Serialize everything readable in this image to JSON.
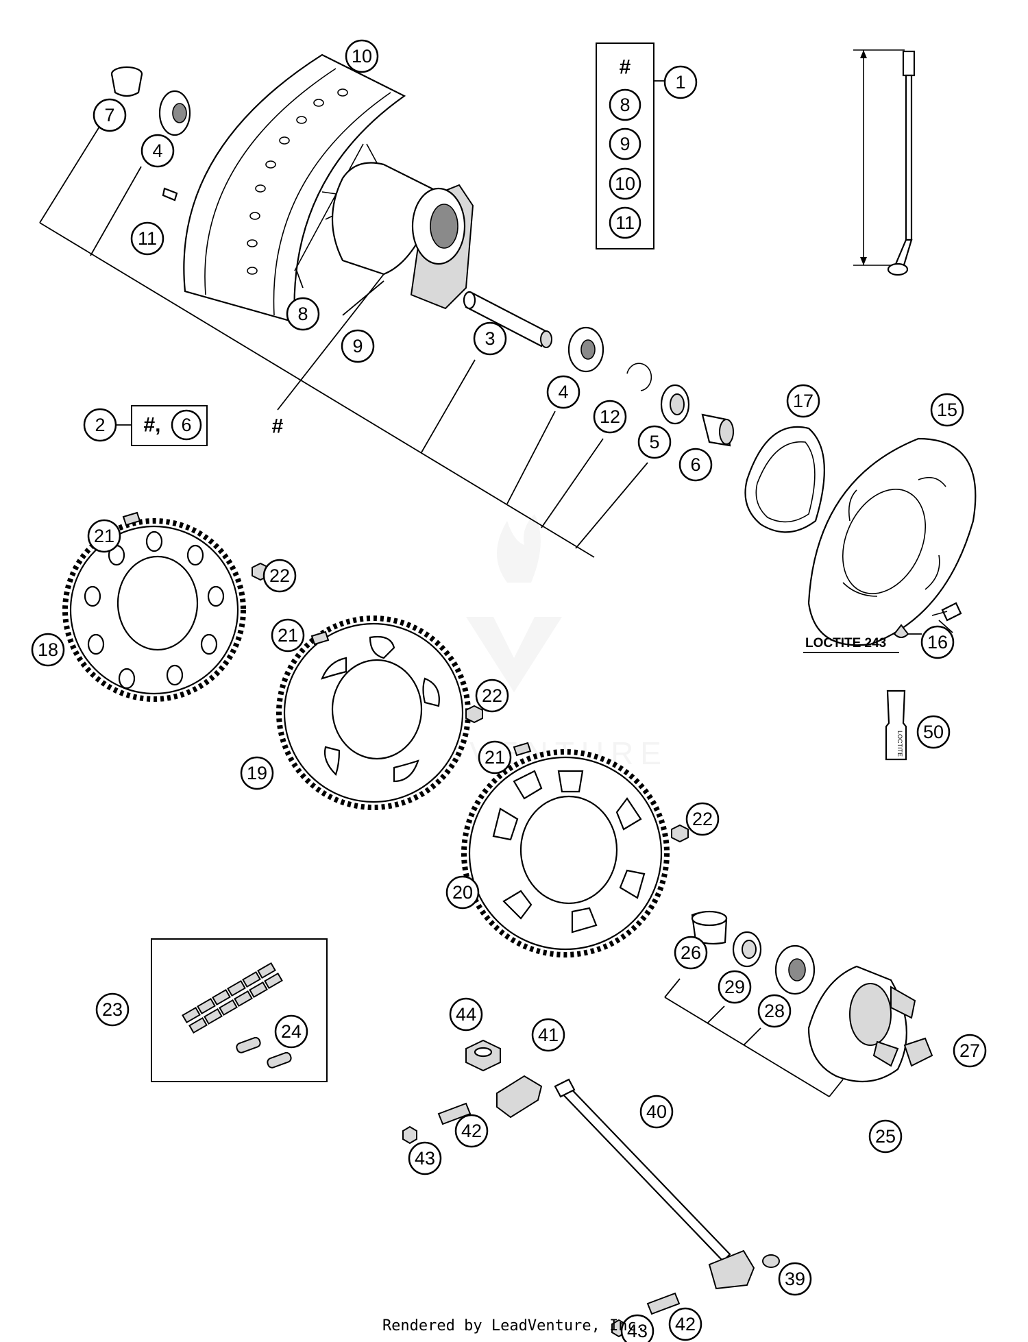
{
  "callouts": [
    {
      "num": "10"
    },
    {
      "num": "1"
    },
    {
      "num": "7"
    },
    {
      "num": "4"
    },
    {
      "num": "11"
    },
    {
      "num": "8"
    },
    {
      "num": "9"
    },
    {
      "num": "3"
    },
    {
      "num": "4"
    },
    {
      "num": "12"
    },
    {
      "num": "5"
    },
    {
      "num": "6"
    },
    {
      "num": "17"
    },
    {
      "num": "15"
    },
    {
      "num": "2"
    },
    {
      "num": "21"
    },
    {
      "num": "22"
    },
    {
      "num": "18"
    },
    {
      "num": "21"
    },
    {
      "num": "22"
    },
    {
      "num": "19"
    },
    {
      "num": "21"
    },
    {
      "num": "22"
    },
    {
      "num": "20"
    },
    {
      "num": "16"
    },
    {
      "num": "50"
    },
    {
      "num": "26"
    },
    {
      "num": "29"
    },
    {
      "num": "28"
    },
    {
      "num": "27"
    },
    {
      "num": "25"
    },
    {
      "num": "23"
    },
    {
      "num": "24"
    },
    {
      "num": "44"
    },
    {
      "num": "41"
    },
    {
      "num": "40"
    },
    {
      "num": "42"
    },
    {
      "num": "43"
    },
    {
      "num": "39"
    },
    {
      "num": "42"
    },
    {
      "num": "43"
    }
  ],
  "kit_box_1": {
    "symbol": "#",
    "items": [
      "8",
      "9",
      "10",
      "11"
    ]
  },
  "kit_box_2": {
    "symbol": "#,",
    "item": "6"
  },
  "hub_mark": "#",
  "loctite_label": "LOCTITE 243",
  "tube_label": "LOCTITE",
  "watermark": "LEADVENTURE",
  "footer": "Rendered by LeadVenture, Inc.",
  "colors": {
    "line": "#000000",
    "background": "#ffffff",
    "watermark": "#ececec"
  }
}
